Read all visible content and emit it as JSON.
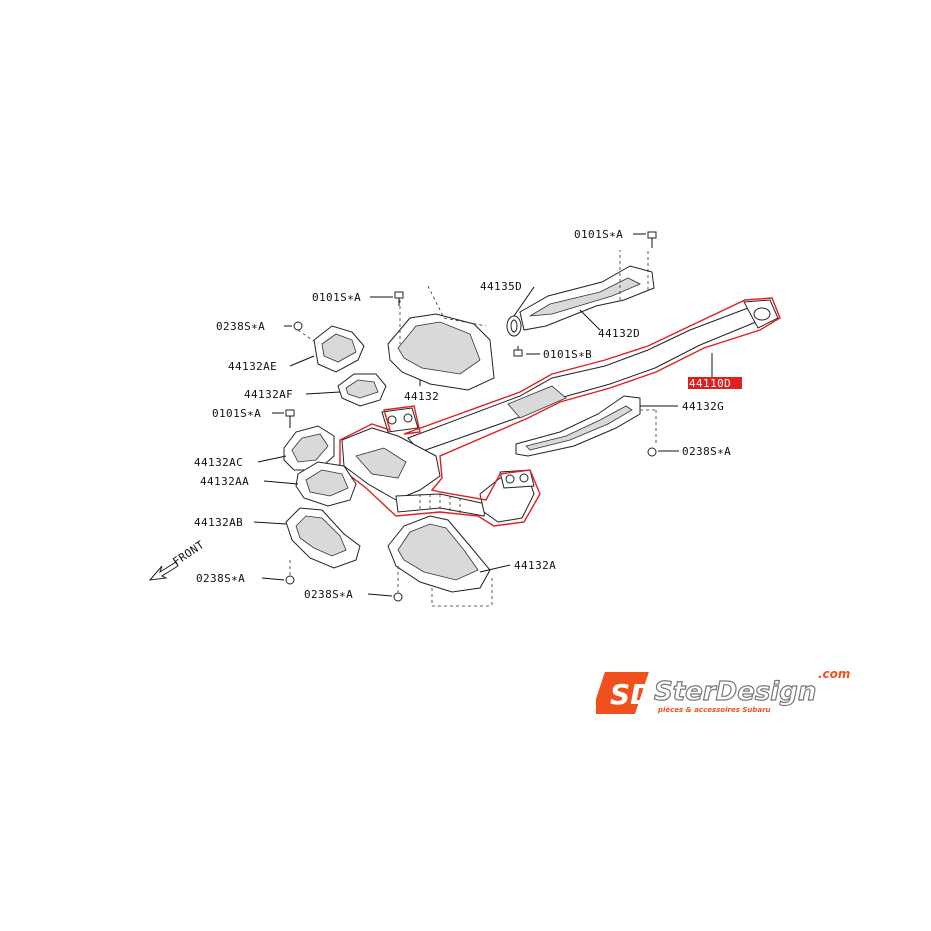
{
  "labels": {
    "p0101s_a_top": "0101S∗A",
    "p44135d": "44135D",
    "p44132d": "44132D",
    "p0101s_b": "0101S∗B",
    "p44110d": "44110D",
    "p44132g": "44132G",
    "p0238s_a_right": "0238S∗A",
    "p0101s_a_mid": "0101S∗A",
    "p0238s_a_top": "0238S∗A",
    "p44132ae": "44132AE",
    "p44132af": "44132AF",
    "p44132": "44132",
    "p0101s_a_left": "0101S∗A",
    "p44132ac": "44132AC",
    "p44132aa": "44132AA",
    "p44132ab": "44132AB",
    "p0238s_a_bottom_left": "0238S∗A",
    "p0238s_a_bottom": "0238S∗A",
    "p44132a": "44132A",
    "front": "FRONT"
  },
  "highlight": {
    "part": "44110D",
    "color": "#e02020"
  },
  "logo": {
    "mark": "SD",
    "brand": "SterDesign",
    "domain": ".com",
    "tagline": "pièces & accessoires Subaru",
    "accent": "#f0501e"
  }
}
